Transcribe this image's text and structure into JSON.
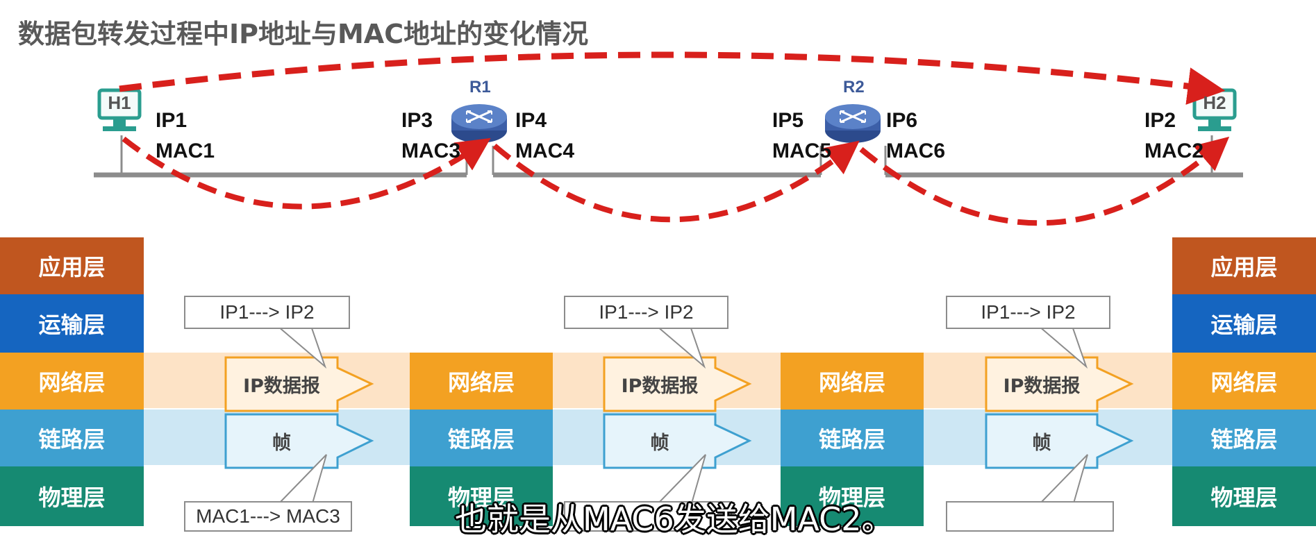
{
  "title": "数据包转发过程中IP地址与MAC地址的变化情况",
  "hosts": {
    "h1": {
      "label": "H1",
      "ip": "IP1",
      "mac": "MAC1"
    },
    "h2": {
      "label": "H2",
      "ip": "IP2",
      "mac": "MAC2"
    }
  },
  "routers": {
    "r1": {
      "label": "R1",
      "ip_left": "IP3",
      "mac_left": "MAC3",
      "ip_right": "IP4",
      "mac_right": "MAC4"
    },
    "r2": {
      "label": "R2",
      "ip_left": "IP5",
      "mac_left": "MAC5",
      "ip_right": "IP6",
      "mac_right": "MAC6"
    }
  },
  "layers": {
    "application": "应用层",
    "transport": "运输层",
    "network": "网络层",
    "link": "链路层",
    "physical": "物理层"
  },
  "colors": {
    "application": "#c0561f",
    "transport": "#1565c0",
    "network": "#f3a122",
    "link": "#3ea0d0",
    "physical": "#168a72",
    "network_band": "#fde3c6",
    "link_band": "#cde7f4",
    "dashed_arrow": "#d8201c"
  },
  "segments": [
    {
      "ip_callout": "IP1---> IP2",
      "packet": "IP数据报",
      "frame": "帧",
      "mac_callout": "MAC1---> MAC3"
    },
    {
      "ip_callout": "IP1---> IP2",
      "packet": "IP数据报",
      "frame": "帧",
      "mac_callout": ""
    },
    {
      "ip_callout": "IP1---> IP2",
      "packet": "IP数据报",
      "frame": "帧",
      "mac_callout": ""
    }
  ],
  "subtitle": "也就是从MAC6发送给MAC2。"
}
